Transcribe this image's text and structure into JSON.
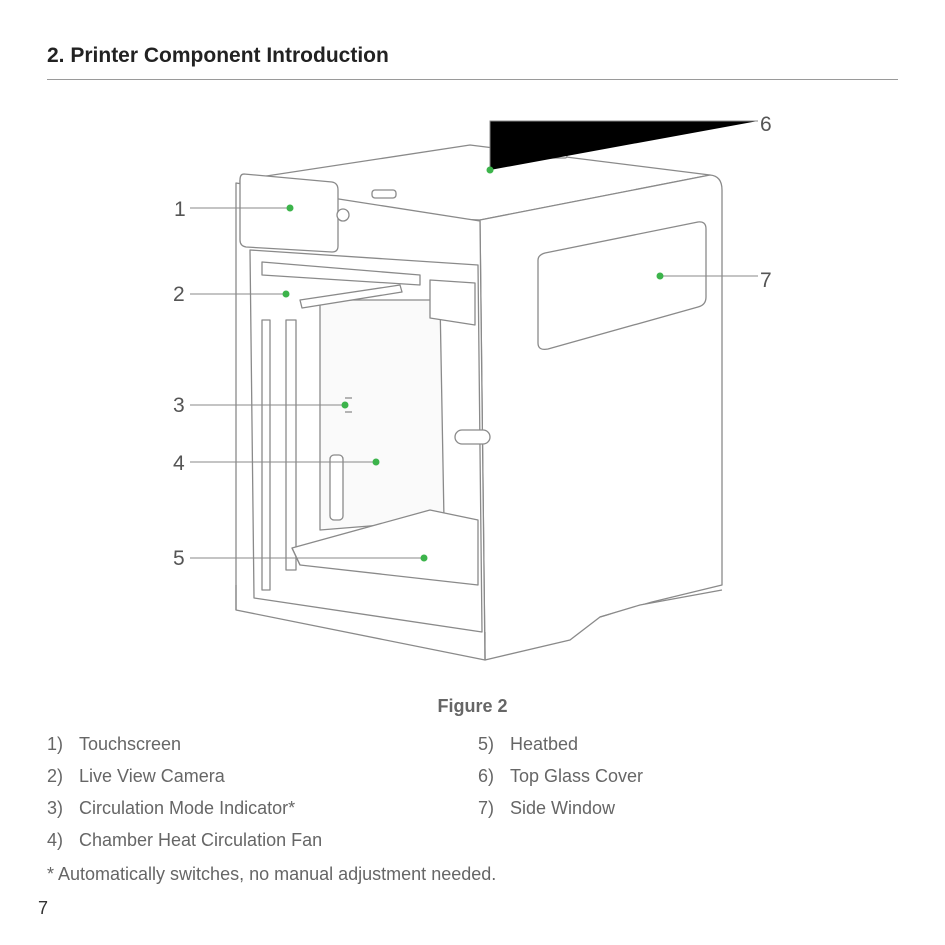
{
  "section_title": "2. Printer Component Introduction",
  "figure_caption": "Figure 2",
  "callouts": [
    "1",
    "2",
    "3",
    "4",
    "5",
    "6",
    "7"
  ],
  "components": [
    {
      "num": "1)",
      "label": "Touchscreen"
    },
    {
      "num": "2)",
      "label": "Live View Camera"
    },
    {
      "num": "3)",
      "label": "Circulation Mode Indicator*"
    },
    {
      "num": "4)",
      "label": "Chamber Heat Circulation Fan"
    },
    {
      "num": "5)",
      "label": "Heatbed"
    },
    {
      "num": "6)",
      "label": "Top Glass Cover"
    },
    {
      "num": "7)",
      "label": "Side Window"
    }
  ],
  "footnote": "* Automatically switches, no manual adjustment needed.",
  "page_number": "7",
  "colors": {
    "accent": "#3cb44b",
    "line": "#888888"
  }
}
